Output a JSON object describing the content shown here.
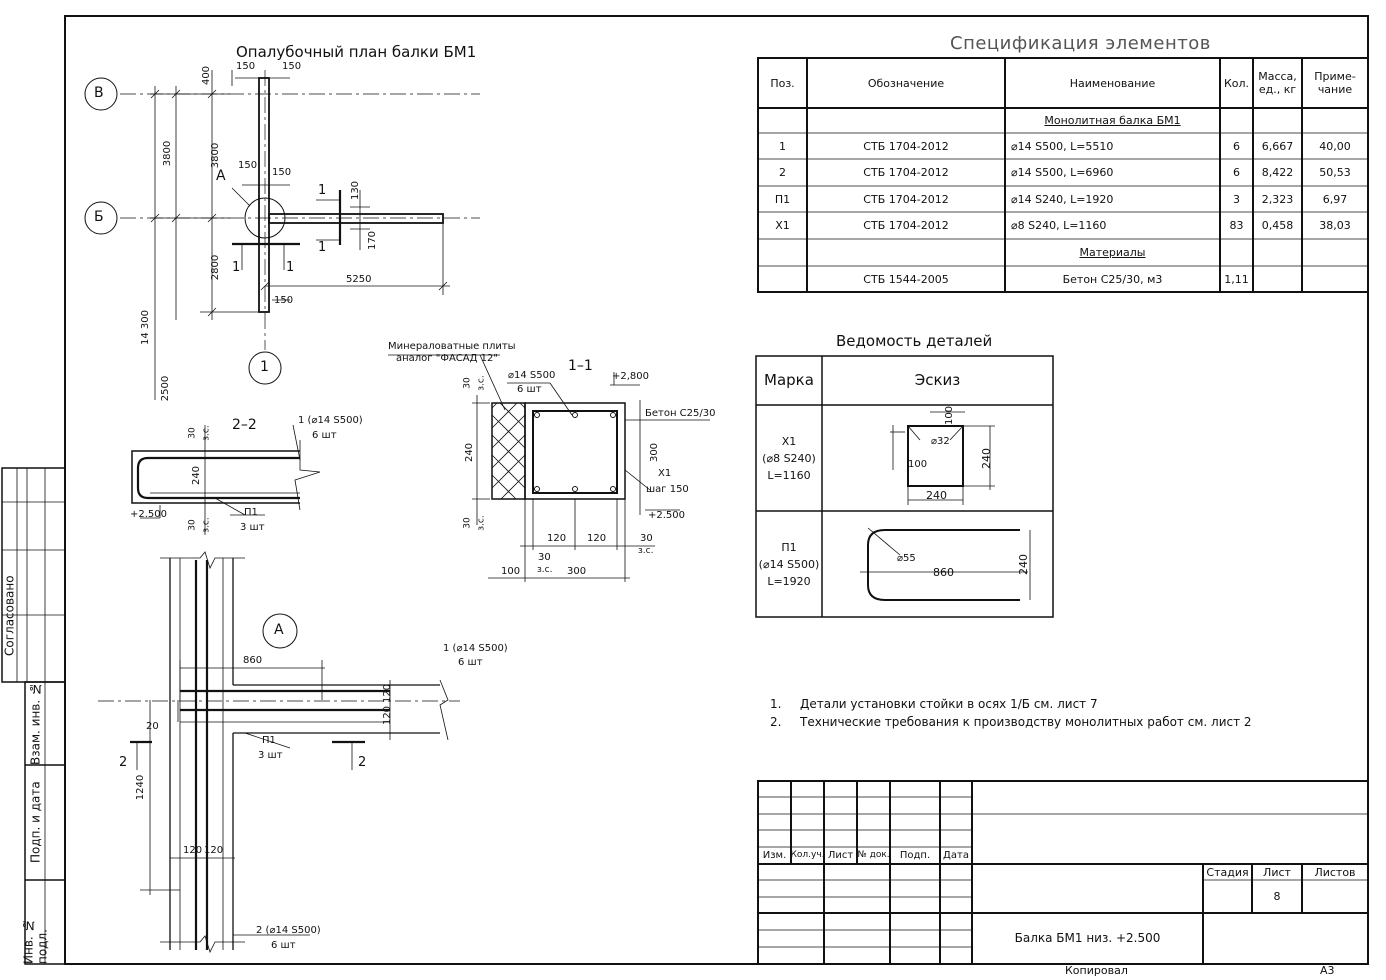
{
  "side_stamp": {
    "soglasovano": "Согласовано",
    "vzam_inv": "Взам. инв. №",
    "podp_data": "Подп. и дата",
    "inv_podl": "Инв. № подл."
  },
  "plan": {
    "title": "Опалубочный план балки БМ1",
    "axis_B": "В",
    "axis_Bb": "Б",
    "axis_1": "1",
    "node_A": "А",
    "dims": {
      "d400": "400",
      "d150a": "150",
      "d150b": "150",
      "d3800a": "3800",
      "d3800b": "3800",
      "d150c": "150",
      "d150d": "150",
      "d130": "130",
      "d170": "170",
      "d2800": "2800",
      "d5250": "5250",
      "d150e": "150",
      "d14300": "14 300",
      "d2500": "2500"
    },
    "cut1": "1"
  },
  "section11": {
    "title": "1–1",
    "insulation_note_1": "Минераловатные плиты",
    "insulation_note_2": "аналог \"ФАСАД 12\"",
    "rebar_top": "⌀14 S500",
    "rebar_top_qty": "6 шт",
    "level_top": "+2,800",
    "concrete": "Бетон С25/30",
    "stirrup": "Х1",
    "stirrup_step": "шаг 150",
    "level_bottom": "+2.500",
    "dims": {
      "d30a": "30",
      "zs_a": "з.с.",
      "d240": "240",
      "d300v": "300",
      "d30b": "30",
      "zs_b": "з.с.",
      "d120a": "120",
      "d120b": "120",
      "d30c": "30",
      "zs_c": "з.с.",
      "d30d": "30",
      "zs_d": "з.с.",
      "d100": "100",
      "d300": "300"
    }
  },
  "section22": {
    "title": "2–2",
    "rebar": "1 (⌀14 S500)",
    "rebar_qty": "6 шт",
    "level": "+2.500",
    "mark": "П1",
    "mark_qty": "3 шт",
    "dims": {
      "d30a": "30",
      "zs_a": "з.с.",
      "d240": "240",
      "d30b": "30",
      "zs_b": "з.с."
    }
  },
  "nodeA": {
    "title": "А",
    "d860": "860",
    "rebar1": "1 (⌀14 S500)",
    "rebar1_qty": "6 шт",
    "d120a": "120",
    "d120b": "120",
    "d20": "20",
    "mark": "П1",
    "mark_qty": "3 шт",
    "cut2": "2",
    "d1240": "1240",
    "d120c": "120",
    "d120d": "120",
    "rebar2": "2 (⌀14 S500)",
    "rebar2_qty": "6 шт"
  },
  "spec": {
    "title": "Спецификация элементов",
    "headers": [
      "Поз.",
      "Обозначение",
      "Наименование",
      "Кол.",
      "Масса, ед., кг",
      "Приме- чание"
    ],
    "group1": "Монолитная балка БМ1",
    "rows": [
      [
        "1",
        "СТБ 1704-2012",
        "⌀14 S500, L=5510",
        "6",
        "6,667",
        "40,00"
      ],
      [
        "2",
        "СТБ 1704-2012",
        "⌀14 S500, L=6960",
        "6",
        "8,422",
        "50,53"
      ],
      [
        "П1",
        "СТБ 1704-2012",
        "⌀14 S240, L=1920",
        "3",
        "2,323",
        "6,97"
      ],
      [
        "Х1",
        "СТБ 1704-2012",
        "⌀8 S240, L=1160",
        "83",
        "0,458",
        "38,03"
      ]
    ],
    "group2": "Материалы",
    "material_row": [
      "",
      "СТБ 1544-2005",
      "Бетон С25/30, м3",
      "1,11",
      "",
      ""
    ]
  },
  "details": {
    "title": "Ведомость деталей",
    "col_mark": "Марка",
    "col_sketch": "Эскиз",
    "x1_mark": "Х1",
    "x1_spec": "(⌀8 S240)",
    "x1_len": "L=1160",
    "x1_d100a": "100",
    "x1_d32": "⌀32",
    "x1_d100b": "100",
    "x1_d240v": "240",
    "x1_d240h": "240",
    "p1_mark": "П1",
    "p1_spec": "(⌀14 S500)",
    "p1_len": "L=1920",
    "p1_d55": "⌀55",
    "p1_d860": "860",
    "p1_d240": "240"
  },
  "notes": [
    {
      "num": "1.",
      "text": "Детали установки стойки в осях 1/Б см. лист 7"
    },
    {
      "num": "2.",
      "text": "Технические требования к производству монолитных работ см. лист 2"
    }
  ],
  "title_block": {
    "izm": "Изм.",
    "kol_uch": "Кол.уч.",
    "list": "Лист",
    "n_dok": "№ док.",
    "podp": "Подп.",
    "data": "Дата",
    "stadia": "Стадия",
    "list_h": "Лист",
    "listov": "Листов",
    "list_no": "8",
    "name": "Балка БМ1 низ. +2.500",
    "kopiroval": "Копировал",
    "format": "А3"
  }
}
